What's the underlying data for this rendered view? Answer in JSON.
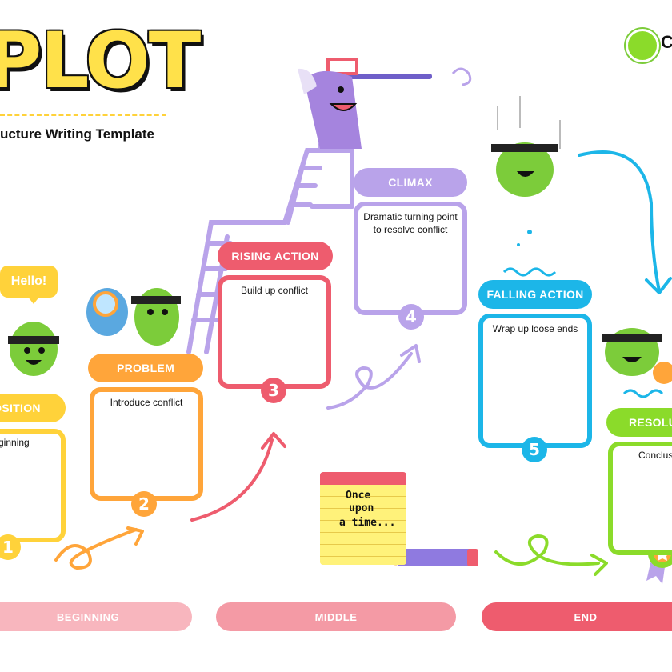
{
  "header": {
    "title": "PLOT",
    "subtitle": "ucture Writing Template"
  },
  "speech_bubble": "Hello!",
  "stages": [
    {
      "number": "1",
      "label": "OSITION",
      "description": "ginning",
      "color": "#ffd23a"
    },
    {
      "number": "2",
      "label": "PROBLEM",
      "description": "Introduce conflict",
      "color": "#ffa53a"
    },
    {
      "number": "3",
      "label": "RISING ACTION",
      "description": "Build up conflict",
      "color": "#ee5c6e"
    },
    {
      "number": "4",
      "label": "CLIMAX",
      "description": "Dramatic turning point to resolve conflict",
      "color": "#b9a3ea"
    },
    {
      "number": "5",
      "label": "FALLING ACTION",
      "description": "Wrap up loose ends",
      "color": "#1cb6e8"
    },
    {
      "number": "",
      "label": "RESOLU",
      "description": "Conclus",
      "color": "#8bdb2a"
    }
  ],
  "note_card": {
    "line1": "Once",
    "line2": "upon",
    "line3": "a time..."
  },
  "bottom_bars": [
    {
      "label": "BEGINNING",
      "color": "#f8b6be"
    },
    {
      "label": "MIDDLE",
      "color": "#f49aa5"
    },
    {
      "label": "END",
      "color": "#ee5c6e"
    }
  ],
  "logo_letter": "C"
}
